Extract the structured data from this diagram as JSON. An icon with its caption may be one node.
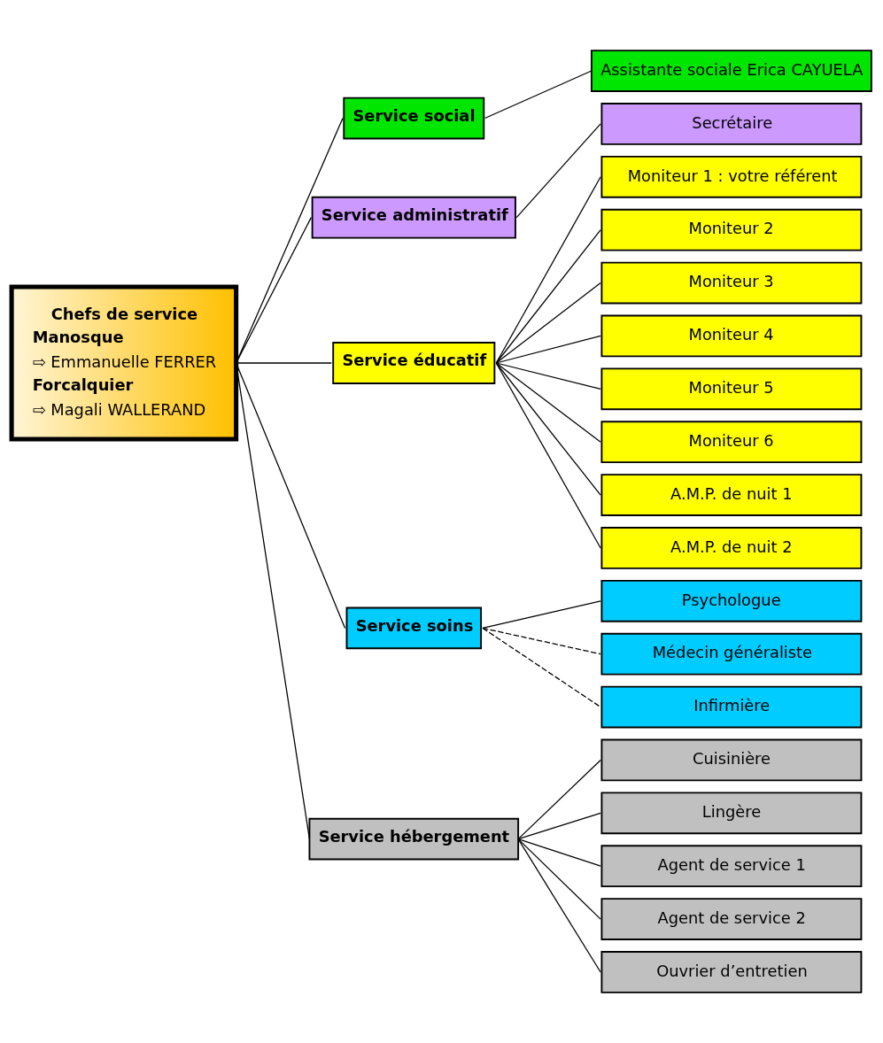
{
  "diagram": {
    "nodes": [
      {
        "text": [
          "Chefs de service",
          "Manosque",
          "⇨ Emmanuelle FERRER",
          "Forcalquier",
          "⇨ Magali WALLERAND"
        ]
      },
      {
        "text": [
          "Service social"
        ]
      },
      {
        "text": [
          "Assistante sociale Erica CAYUELA"
        ]
      },
      {
        "text": [
          "Service administratif"
        ]
      },
      {
        "text": [
          "Secrétaire"
        ]
      },
      {
        "text": [
          "Service éducatif"
        ]
      },
      {
        "text": [
          "Moniteur 1 : votre référent"
        ]
      },
      {
        "text": [
          "Moniteur 2"
        ]
      },
      {
        "text": [
          "Moniteur 3"
        ]
      },
      {
        "text": [
          "Moniteur 4"
        ]
      },
      {
        "text": [
          "Moniteur 5"
        ]
      },
      {
        "text": [
          "Moniteur 6"
        ]
      },
      {
        "text": [
          "A.M.P. de nuit 1"
        ]
      },
      {
        "text": [
          "A.M.P. de nuit 2"
        ]
      },
      {
        "text": [
          "Service soins"
        ]
      },
      {
        "text": [
          "Psychologue"
        ]
      },
      {
        "text": [
          "Médecin généraliste"
        ]
      },
      {
        "text": [
          "Infirmière"
        ]
      },
      {
        "text": [
          "Service hébergement"
        ]
      },
      {
        "text": [
          "Cuisinière"
        ]
      },
      {
        "text": [
          "Lingère"
        ]
      },
      {
        "text": [
          "Agent de service 1"
        ]
      },
      {
        "text": [
          "Agent de service 2"
        ]
      },
      {
        "text": [
          "Ouvrier d’entretien"
        ]
      }
    ],
    "edges": [
      {
        "from": 0,
        "to": 1,
        "arrow": "none"
      },
      {
        "from": 0,
        "to": 3,
        "arrow": "none"
      },
      {
        "from": 0,
        "to": 5,
        "arrow": "none"
      },
      {
        "from": 0,
        "to": 14,
        "arrow": "none"
      },
      {
        "from": 0,
        "to": 18,
        "arrow": "none"
      },
      {
        "from": 1,
        "to": 2,
        "arrow": "none"
      },
      {
        "from": 3,
        "to": 4,
        "arrow": "none"
      },
      {
        "from": 5,
        "to": 6,
        "arrow": "none"
      },
      {
        "from": 5,
        "to": 7,
        "arrow": "none"
      },
      {
        "from": 5,
        "to": 8,
        "arrow": "none"
      },
      {
        "from": 5,
        "to": 9,
        "arrow": "none"
      },
      {
        "from": 5,
        "to": 10,
        "arrow": "none"
      },
      {
        "from": 5,
        "to": 11,
        "arrow": "none"
      },
      {
        "from": 5,
        "to": 12,
        "arrow": "none"
      },
      {
        "from": 5,
        "to": 13,
        "arrow": "none"
      },
      {
        "from": 14,
        "to": 15,
        "arrow": "none"
      },
      {
        "from": 14,
        "to": 16,
        "arrow": "none",
        "style": "dashed"
      },
      {
        "from": 14,
        "to": 17,
        "arrow": "none",
        "style": "dashed"
      },
      {
        "from": 18,
        "to": 19,
        "arrow": "none"
      },
      {
        "from": 18,
        "to": 20,
        "arrow": "none"
      },
      {
        "from": 18,
        "to": 21,
        "arrow": "none"
      },
      {
        "from": 18,
        "to": 22,
        "arrow": "none"
      },
      {
        "from": 18,
        "to": 23,
        "arrow": "none"
      }
    ]
  }
}
